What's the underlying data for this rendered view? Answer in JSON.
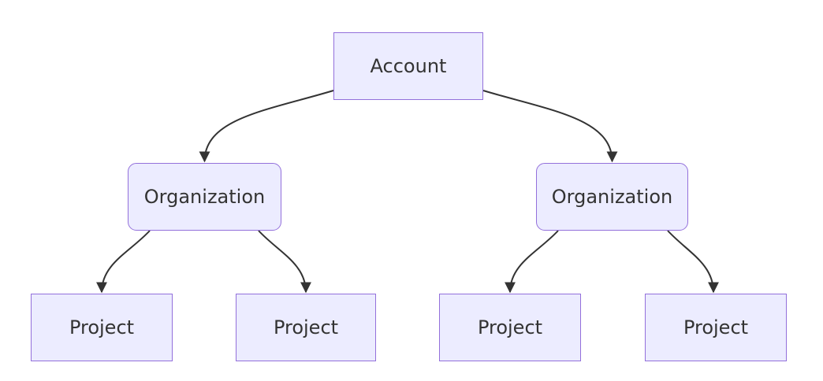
{
  "diagram": {
    "type": "flowchart",
    "direction": "top-down",
    "nodes": [
      {
        "id": "account",
        "label": "Account",
        "shape": "rectangle"
      },
      {
        "id": "org-left",
        "label": "Organization",
        "shape": "rounded-rectangle"
      },
      {
        "id": "org-right",
        "label": "Organization",
        "shape": "rounded-rectangle"
      },
      {
        "id": "project-1",
        "label": "Project",
        "shape": "rectangle"
      },
      {
        "id": "project-2",
        "label": "Project",
        "shape": "rectangle"
      },
      {
        "id": "project-3",
        "label": "Project",
        "shape": "rectangle"
      },
      {
        "id": "project-4",
        "label": "Project",
        "shape": "rectangle"
      }
    ],
    "edges": [
      {
        "from": "account",
        "to": "org-left",
        "style": "curved-arrow"
      },
      {
        "from": "account",
        "to": "org-right",
        "style": "curved-arrow"
      },
      {
        "from": "org-left",
        "to": "project-1",
        "style": "curved-arrow"
      },
      {
        "from": "org-left",
        "to": "project-2",
        "style": "curved-arrow"
      },
      {
        "from": "org-right",
        "to": "project-3",
        "style": "curved-arrow"
      },
      {
        "from": "org-right",
        "to": "project-4",
        "style": "curved-arrow"
      }
    ],
    "colors": {
      "node_fill": "#ECECFF",
      "node_border": "#9370DB",
      "edge_stroke": "#333333",
      "text": "#333333",
      "background": "#FFFFFF"
    }
  }
}
